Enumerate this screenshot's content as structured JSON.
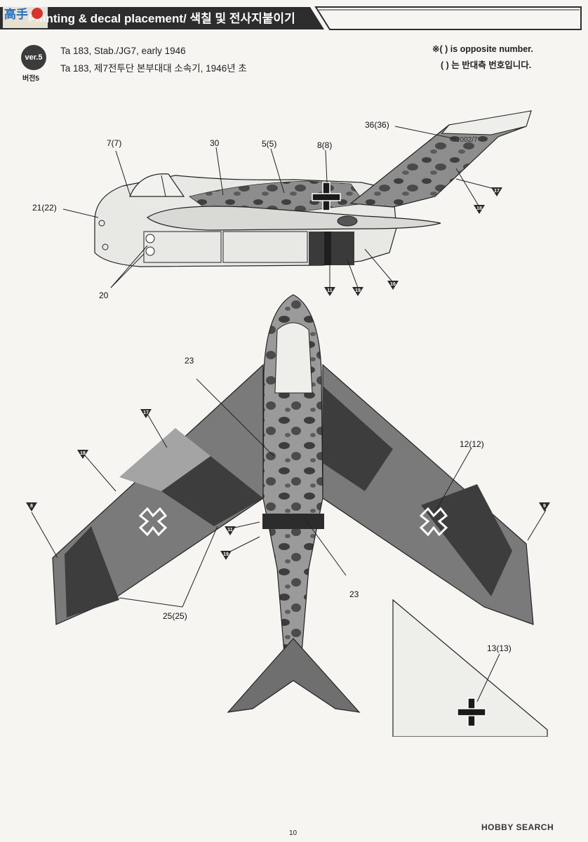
{
  "header": {
    "title": "Painting & decal placement/ 색칠 및 전사지붙이기",
    "logo_text": "高手"
  },
  "version": {
    "badge": "ver.5",
    "sub_label": "버전5"
  },
  "aircraft_info": {
    "line1": "Ta 183, Stab./JG7, early 1946",
    "line2": "Ta 183, 제7전투단 본부대대 소속기, 1946년 초"
  },
  "note": {
    "line1": "※(    ) is opposite number.",
    "line2": "(    ) 는 반대측 번호입니다."
  },
  "callouts": {
    "c1": "36(36)",
    "c2": "7(7)",
    "c3": "30",
    "c4": "5(5)",
    "c5": "8(8)",
    "c6": "21(22)",
    "c7": "20",
    "c8": "23",
    "c9": "12(12)",
    "c10": "23",
    "c11": "25(25)",
    "c12": "13(13)",
    "c13": "1002/7"
  },
  "color_markers": {
    "m17a": "17",
    "m18a": "18",
    "m11a": "11",
    "m19a": "19",
    "m16a": "16",
    "m17b": "17",
    "m18b": "18",
    "m8": "8",
    "m11b": "11",
    "m19b": "19",
    "m9": "9"
  },
  "footer": {
    "page": "10",
    "brand": "HOBBY SEARCH"
  },
  "colors": {
    "header_bar": "#2d2d2d",
    "camo_dark": "#3a3a3a",
    "camo_mid": "#6b6b6b",
    "camo_light": "#9a9a9a",
    "paper": "#f6f5f1"
  }
}
